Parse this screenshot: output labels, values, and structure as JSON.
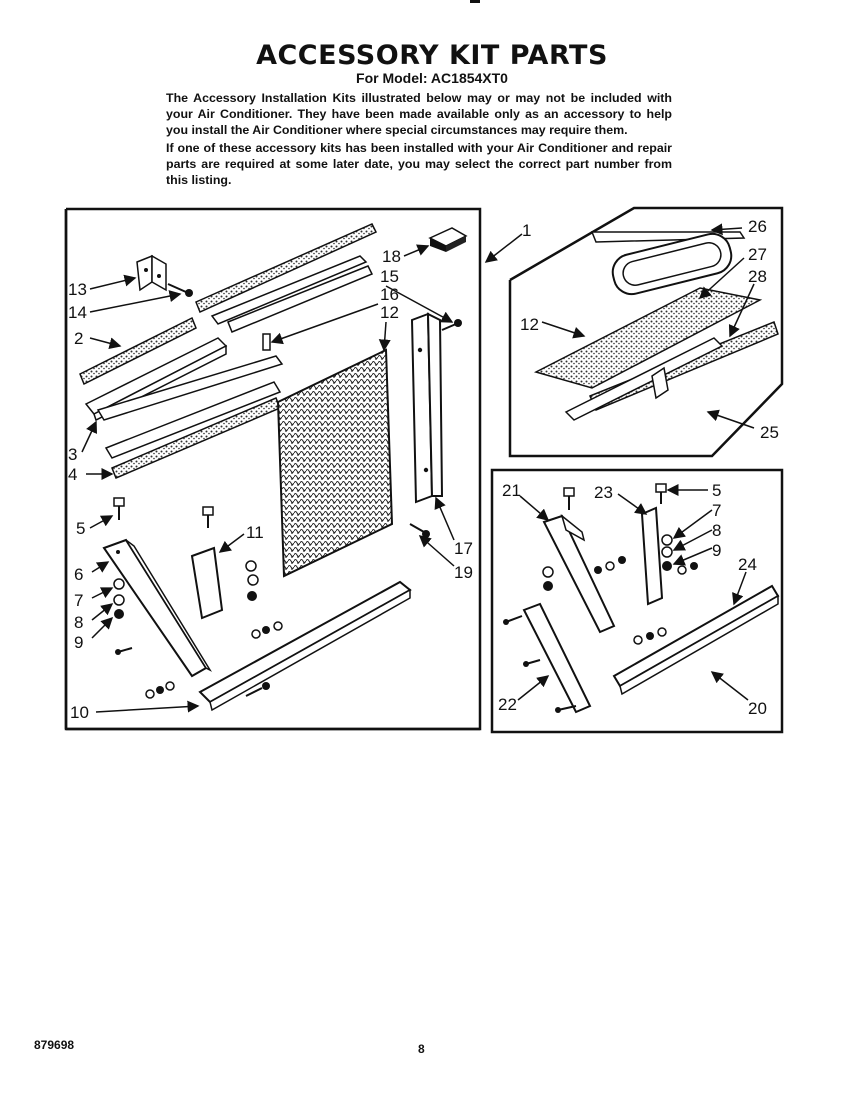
{
  "header": {
    "title": "ACCESSORY KIT PARTS",
    "subtitle": "For Model: AC1854XT0"
  },
  "intro": {
    "p1": "The Accessory Installation Kits illustrated below may or may not be included with your Air Conditioner. They have been made available only as an accessory to help you install the Air Conditioner where special circumstances may require them.",
    "p2": "If one of these accessory kits has been installed with your Air Conditioner and repair parts are required at some later date, you may select the correct part number from this listing."
  },
  "callouts": {
    "left": [
      "13",
      "14",
      "2",
      "3",
      "4",
      "5",
      "6",
      "7",
      "8",
      "9",
      "10",
      "11",
      "12",
      "15",
      "16",
      "17",
      "18",
      "19"
    ],
    "top_right": [
      "1",
      "26",
      "27",
      "28",
      "12",
      "25"
    ],
    "bottom_right": [
      "21",
      "23",
      "5",
      "7",
      "8",
      "9",
      "24",
      "22",
      "20"
    ]
  },
  "footer": {
    "doc_number": "879698",
    "page": "8"
  }
}
